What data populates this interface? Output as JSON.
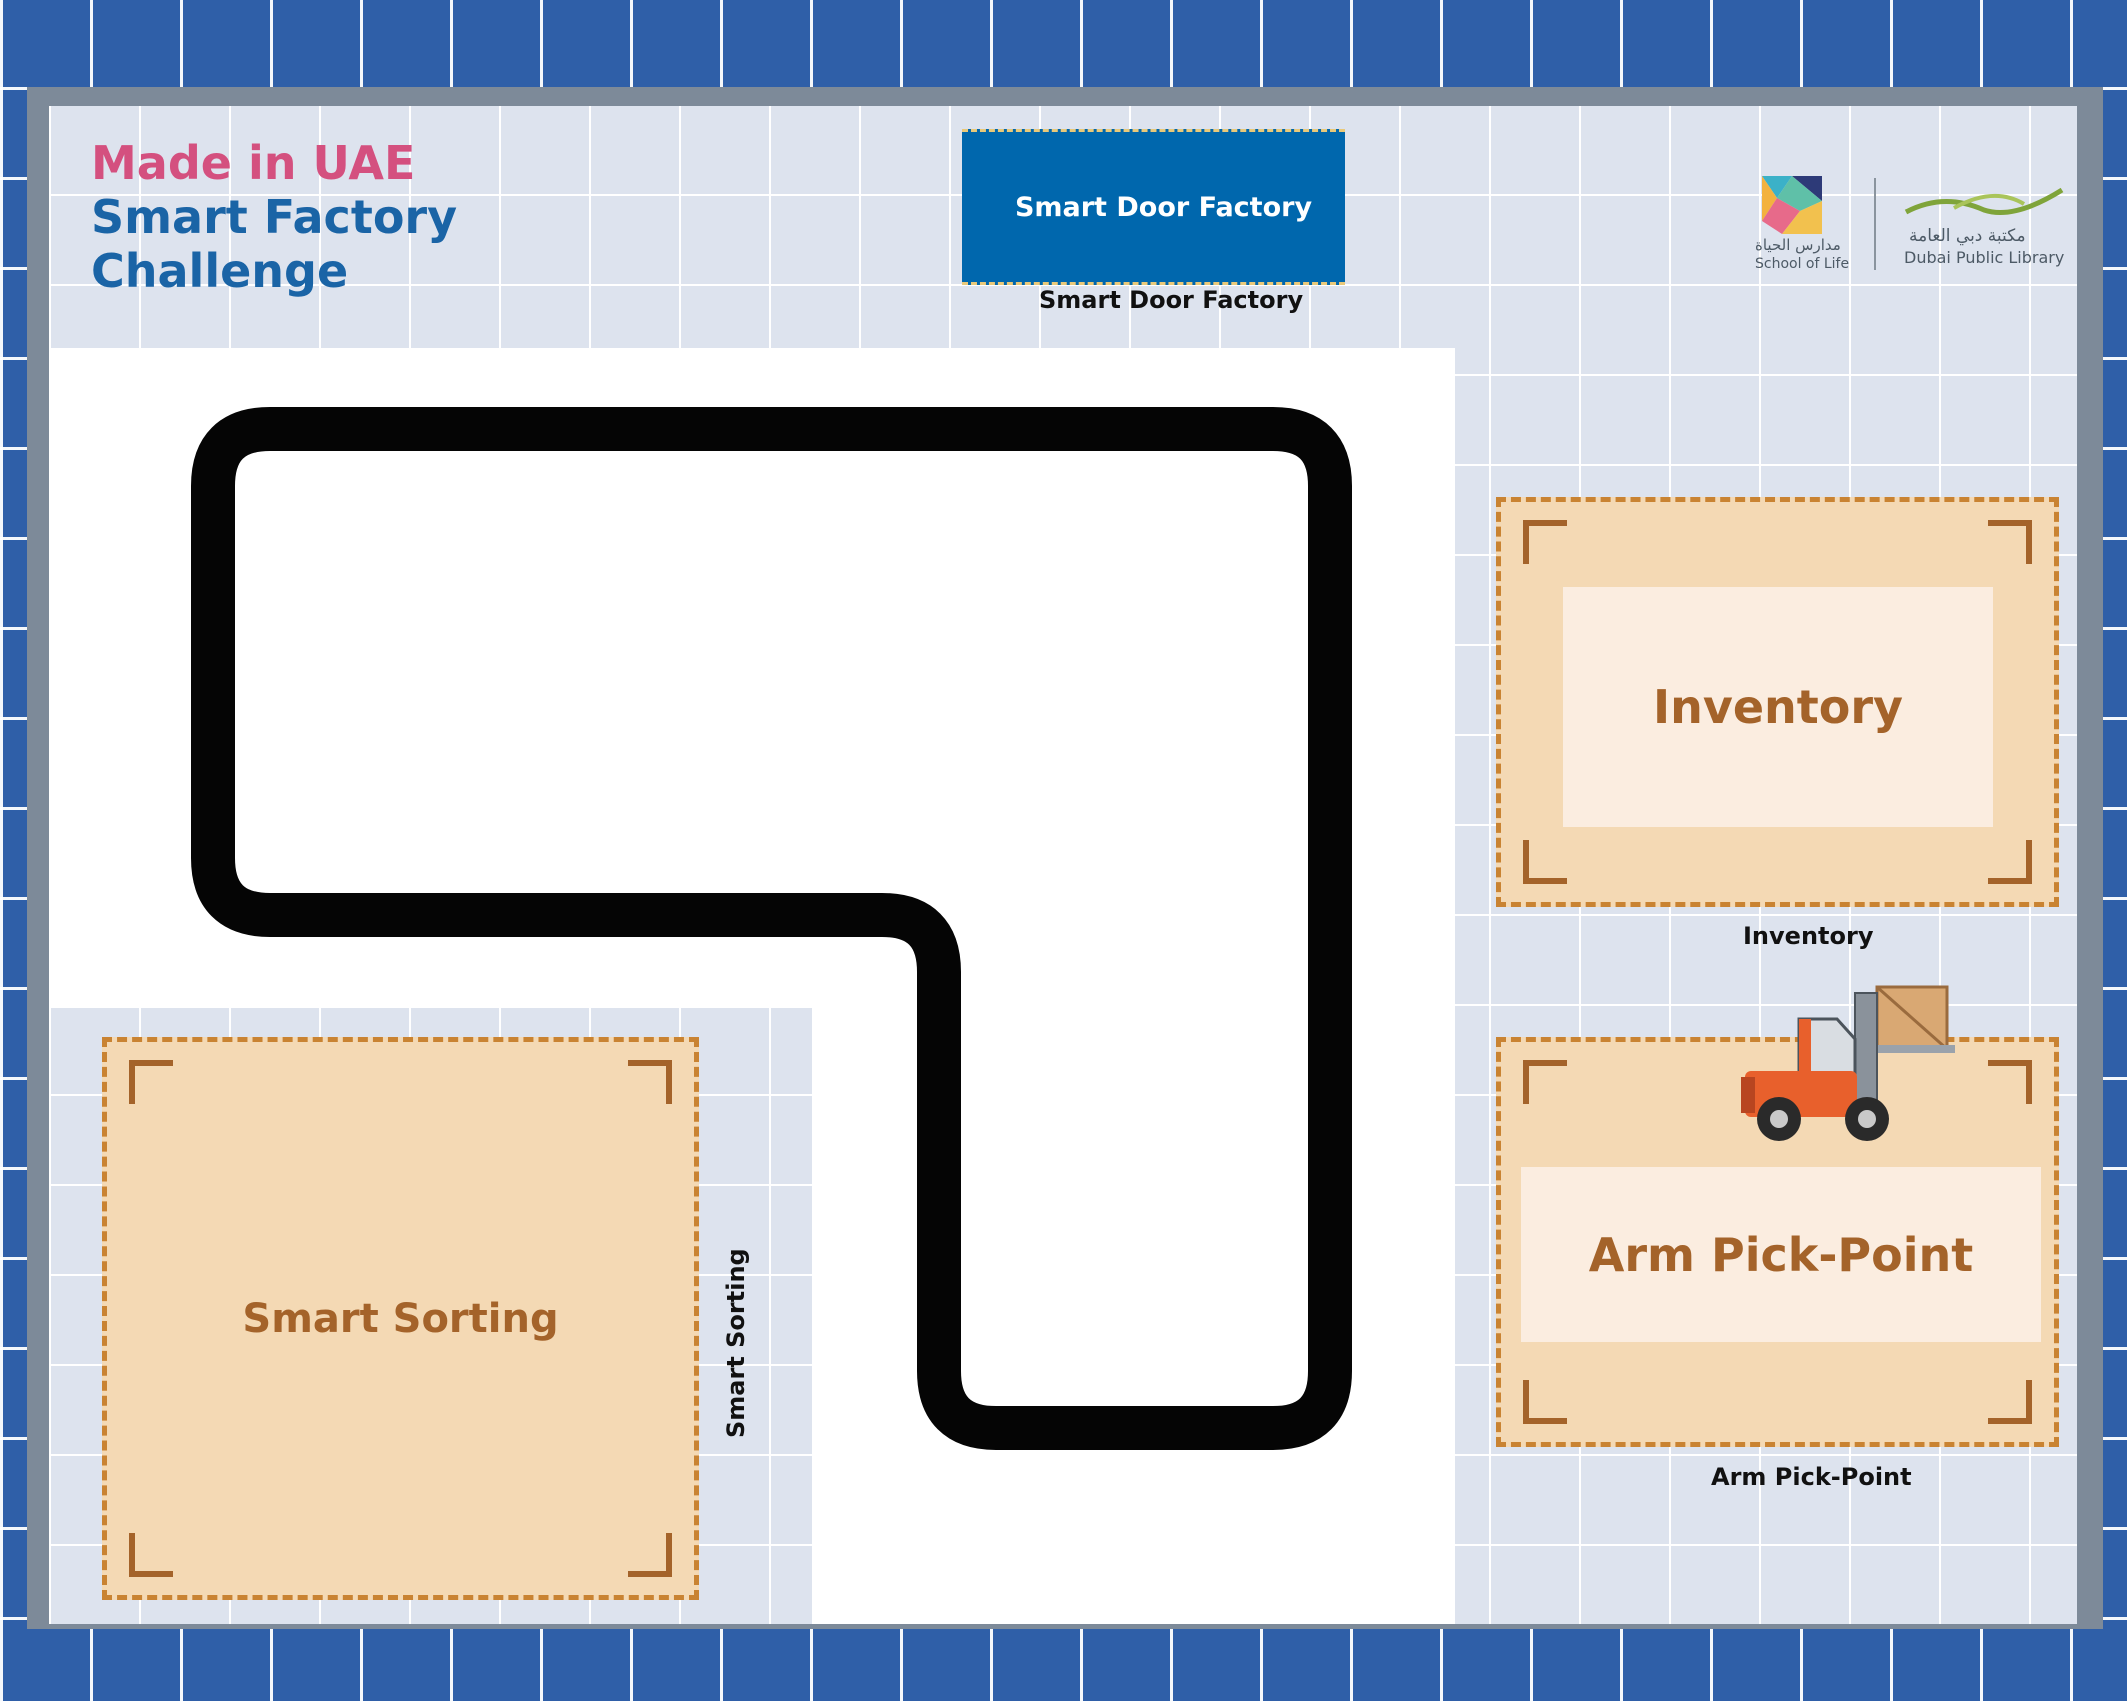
{
  "title": {
    "line1": "Made in UAE",
    "line2": "Smart Factory",
    "line3": "Challenge"
  },
  "zones": {
    "smart_door": {
      "label": "Smart Door Factory",
      "caption": "Smart Door Factory"
    },
    "inventory": {
      "label": "Inventory",
      "caption": "Inventory"
    },
    "arm_pick": {
      "label": "Arm Pick-Point",
      "caption": "Arm Pick-Point"
    },
    "sorting": {
      "label": "Smart Sorting",
      "caption": "Smart Sorting"
    }
  },
  "logos": {
    "school_arabic": "مدارس الحياة",
    "school_english": "School of Life",
    "library_arabic": "مكتبة دبي العامة",
    "library_english": "Dubai Public Library"
  },
  "colors": {
    "outer_blue": "#2f5fa8",
    "board": "#dde3ee",
    "track": "#050505",
    "title_pink": "#d4507f",
    "title_blue": "#1a64a6",
    "door_blue": "#0067ad",
    "zone_fill": "#f4d9b4",
    "zone_border": "#c98332",
    "zone_text": "#a4632a",
    "forklift_orange": "#e8602c"
  },
  "icons": [
    "school-of-life-logo-icon",
    "dubai-public-library-logo-icon",
    "forklift-icon",
    "crate-icon"
  ]
}
